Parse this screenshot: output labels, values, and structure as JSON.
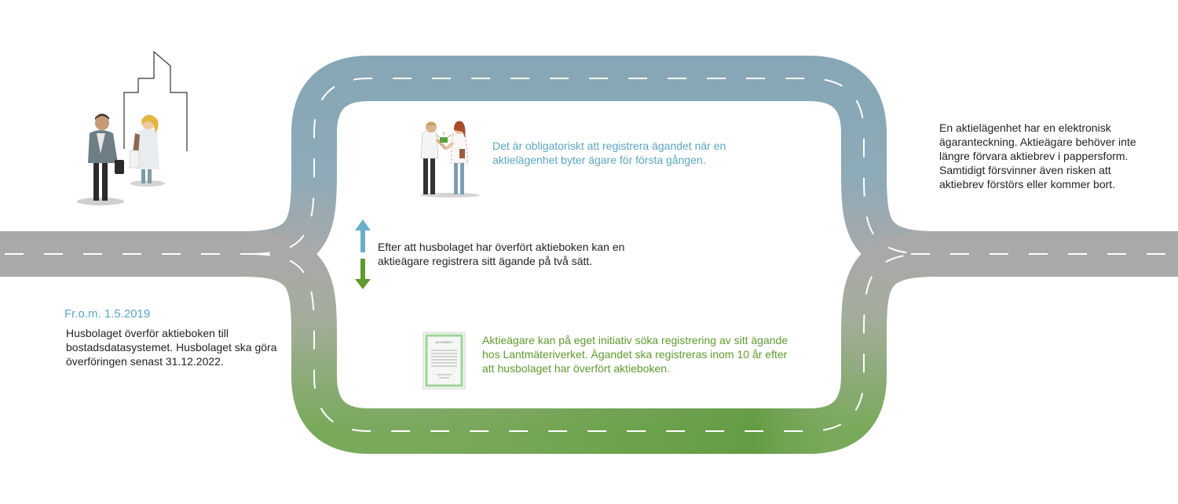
{
  "date_label": "Fr.o.m. 1.5.2019",
  "left_text": "Husbolaget överför aktieboken till bostadsdatasystemet. Husbolaget ska göra överföringen senast 31.12.2022.",
  "middle_text": "Efter att husbolaget har överfört aktieboken kan en aktieägare registrera sitt ägande på två sätt.",
  "top_path_text": "Det är obligatoriskt att registrera ägandet när en aktielägenhet byter ägare för första gången.",
  "bottom_path_text": "Aktieägare kan på eget initiativ söka registrering av sitt ägande hos Lantmäteriverket. Ägandet ska registreras inom 10 år efter att husbolaget har överfört aktieboken.",
  "right_text": "En aktielägenhet har en elektronisk ägaranteckning. Aktieägare behöver inte längre förvara aktiebrev i pappersform. Samtidigt försvinner även risken att aktiebrev förstörs eller kommer bort.",
  "certificate_label": "AKTIEBREV",
  "colors": {
    "road_grey": "#a9a9a9",
    "road_blue": "#8aa9b8",
    "road_green": "#7eaa5e",
    "arrow_up": "#6aaec9",
    "arrow_down": "#5f9a2f",
    "blue_text": "#5ba5c3",
    "green_text": "#5f9a2f"
  },
  "icons": [
    "building-outline-icon",
    "people-icon",
    "handshake-people-icon",
    "certificate-icon",
    "arrow-up-icon",
    "arrow-down-icon"
  ]
}
